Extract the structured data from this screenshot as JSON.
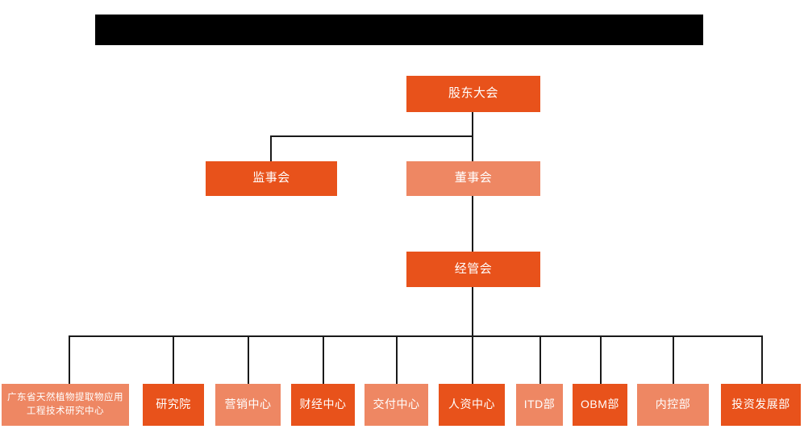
{
  "diagram": {
    "title_bar": {
      "label": "",
      "color": "#000000"
    },
    "colors": {
      "dark_orange": "#E8521B",
      "light_orange": "#EE8763",
      "line": "#1a1a1a",
      "text": "#FFFFFF",
      "background": "#FFFFFF"
    },
    "levels": {
      "level1": [
        {
          "id": "shareholders-meeting",
          "label": "股东大会",
          "shade": "dark"
        }
      ],
      "level2": [
        {
          "id": "supervisory-board",
          "label": "监事会",
          "shade": "dark"
        },
        {
          "id": "board-of-directors",
          "label": "董事会",
          "shade": "light"
        }
      ],
      "level3": [
        {
          "id": "management-committee",
          "label": "经管会",
          "shade": "dark"
        }
      ],
      "level4": [
        {
          "id": "gd-plant-extract-center",
          "label": "广东省天然植物提取物应用工程技术研究中心",
          "shade": "light"
        },
        {
          "id": "research-institute",
          "label": "研究院",
          "shade": "dark"
        },
        {
          "id": "marketing-center",
          "label": "营销中心",
          "shade": "light"
        },
        {
          "id": "finance-center",
          "label": "财经中心",
          "shade": "dark"
        },
        {
          "id": "delivery-center",
          "label": "交付中心",
          "shade": "light"
        },
        {
          "id": "hr-center",
          "label": "人资中心",
          "shade": "dark"
        },
        {
          "id": "itd-dept",
          "label": "ITD部",
          "shade": "light"
        },
        {
          "id": "obm-dept",
          "label": "OBM部",
          "shade": "dark"
        },
        {
          "id": "internal-control-dept",
          "label": "内控部",
          "shade": "light"
        },
        {
          "id": "investment-development-dept",
          "label": "投资发展部",
          "shade": "dark"
        }
      ]
    }
  }
}
